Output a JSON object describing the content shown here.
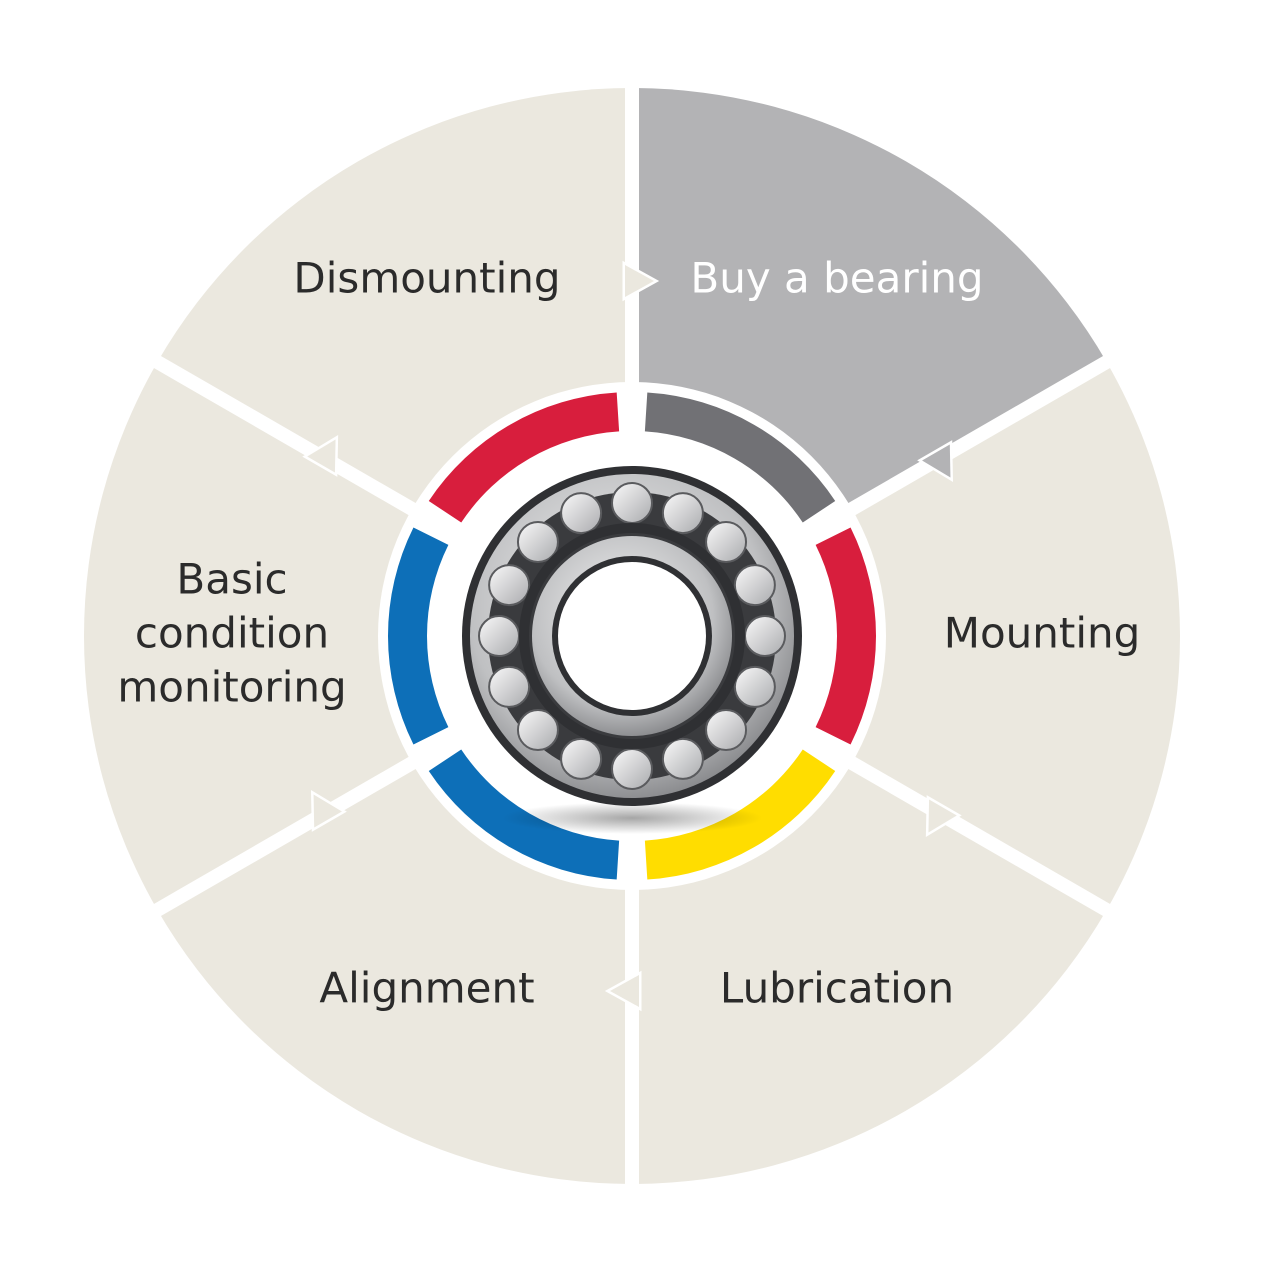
{
  "diagram": {
    "segments": [
      {
        "id": "buy",
        "lines": [
          "Buy a bearing"
        ],
        "fill": "#b3b3b5",
        "text_color": "#ffffff",
        "ring_color": "#717175"
      },
      {
        "id": "mounting",
        "lines": [
          "Mounting"
        ],
        "fill": "#ebe8df",
        "text_color": "#2b2b2b",
        "ring_color": "#d81e3d"
      },
      {
        "id": "lubrication",
        "lines": [
          "Lubrication"
        ],
        "fill": "#ebe8df",
        "text_color": "#2b2b2b",
        "ring_color": "#ffdd00"
      },
      {
        "id": "alignment",
        "lines": [
          "Alignment"
        ],
        "fill": "#ebe8df",
        "text_color": "#2b2b2b",
        "ring_color": "#0d6fb8"
      },
      {
        "id": "condition",
        "lines": [
          "Basic",
          "condition",
          "monitoring"
        ],
        "fill": "#ebe8df",
        "text_color": "#2b2b2b",
        "ring_color": "#0d6fb8"
      },
      {
        "id": "dismounting",
        "lines": [
          "Dismounting"
        ],
        "fill": "#ebe8df",
        "text_color": "#2b2b2b",
        "ring_color": "#d81e3d"
      }
    ],
    "center_image": "spherical-roller-bearing"
  }
}
